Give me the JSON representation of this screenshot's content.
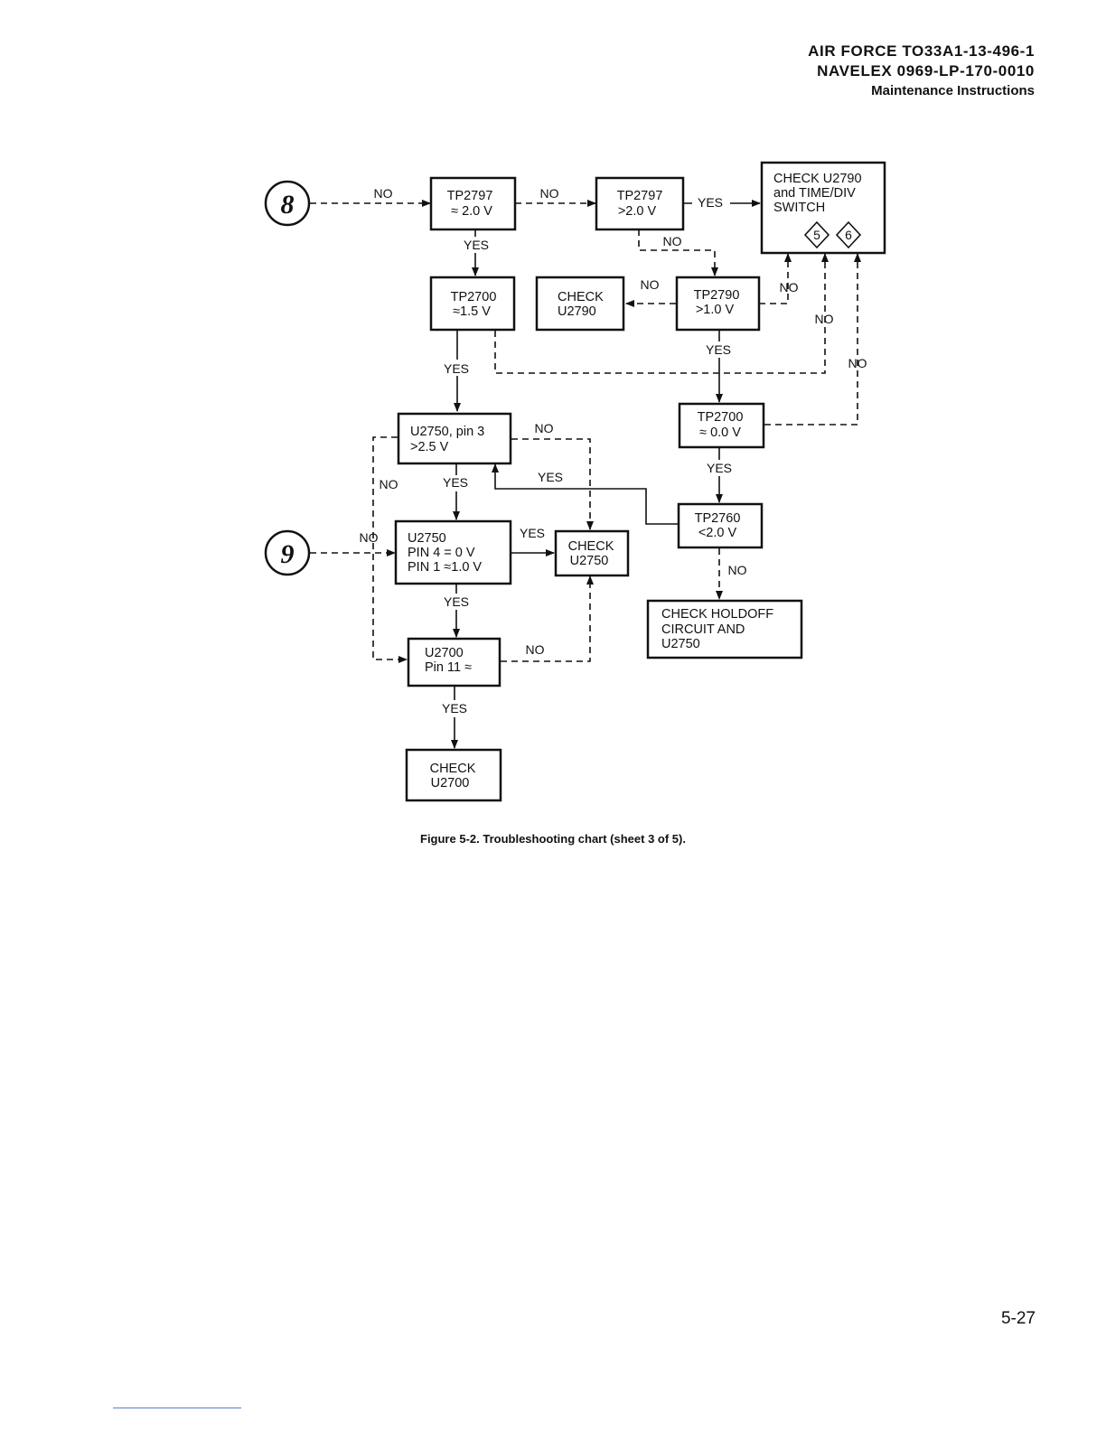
{
  "header": {
    "line1": "AIR FORCE  TO33A1-13-496-1",
    "line2": "NAVELEX  0969-LP-170-0010",
    "line3": "Maintenance Instructions"
  },
  "connectors": {
    "c8": "8",
    "c9": "9",
    "d5": "5",
    "d6": "6"
  },
  "boxes": {
    "tp2797_approx": [
      "TP2797",
      "≈ 2.0 V"
    ],
    "tp2797_gt": [
      "TP2797",
      ">2.0 V"
    ],
    "check_u2790_switch": [
      "CHECK U2790",
      "and TIME/DIV",
      "SWITCH"
    ],
    "tp2700_approx15": [
      "TP2700",
      "≈1.5 V"
    ],
    "check_u2790": [
      "CHECK",
      "U2790"
    ],
    "tp2790": [
      "TP2790",
      ">1.0 V"
    ],
    "u2750_pin3": [
      "U2750, pin 3",
      ">2.5 V"
    ],
    "tp2700_zero": [
      "TP2700",
      "≈ 0.0 V"
    ],
    "u2750_pins": [
      "U2750",
      "PIN 4 = 0 V",
      "PIN 1 ≈1.0 V"
    ],
    "check_u2750": [
      "CHECK",
      "U2750"
    ],
    "tp2760": [
      "TP2760",
      "<2.0 V"
    ],
    "check_holdoff": [
      "CHECK HOLDOFF",
      "CIRCUIT AND",
      "U2750"
    ],
    "u2700_pin11": [
      "U2700",
      "Pin 11  ≈"
    ],
    "check_u2700": [
      "CHECK",
      "U2700"
    ]
  },
  "labels": {
    "no": "NO",
    "yes": "YES"
  },
  "caption": "Figure 5-2. Troubleshooting chart (sheet 3 of 5).",
  "page_number": "5-27"
}
